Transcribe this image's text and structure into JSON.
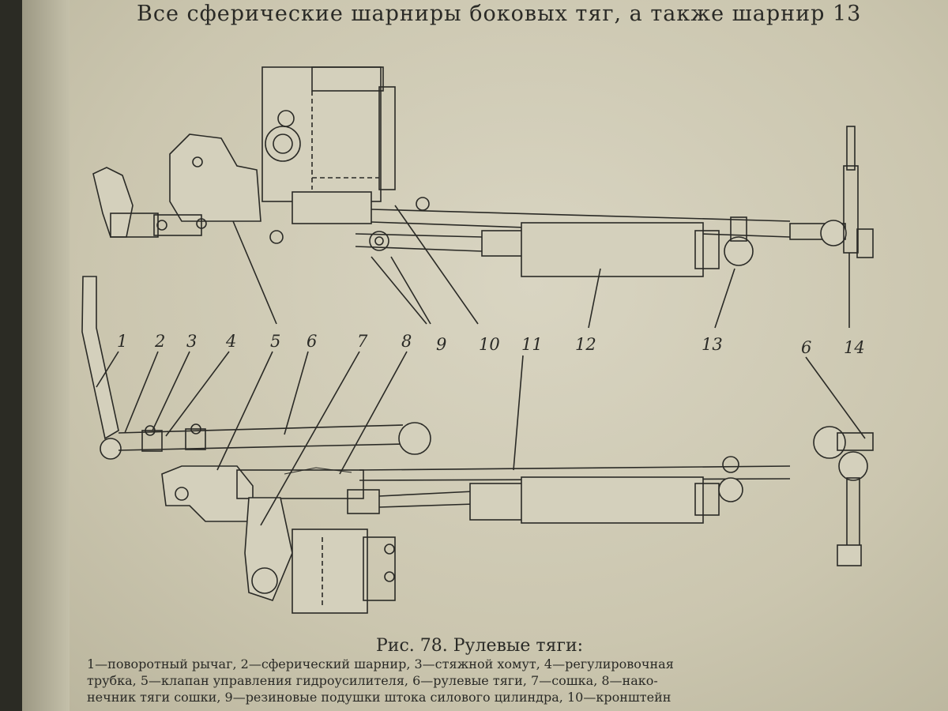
{
  "header": {
    "cut_line": "",
    "line1": "Все сферические шарниры боковых тяг, а также шарнир 13"
  },
  "callouts_top": [
    "9",
    "10",
    "11",
    "12",
    "13",
    "14"
  ],
  "callouts_bottom": [
    "1",
    "2",
    "3",
    "4",
    "5",
    "6",
    "7",
    "8",
    "6"
  ],
  "caption": {
    "title": "Рис. 78. Рулевые тяги:",
    "lines": [
      "1—поворотный рычаг, 2—сферический шарнир, 3—стяжной хомут, 4—регулировочная",
      "трубка, 5—клапан управления гидроусилителя, 6—рулевые тяги, 7—сошка, 8—нако-",
      "нечник тяги сошки, 9—резиновые подушки штока силового цилиндра, 10—кронштейн"
    ]
  }
}
